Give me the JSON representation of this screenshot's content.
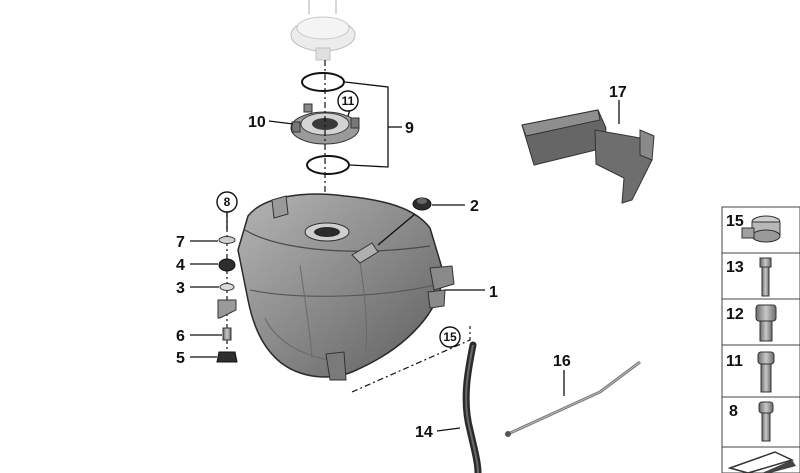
{
  "callouts": {
    "c1": "1",
    "c2": "2",
    "c3": "3",
    "c4": "4",
    "c5": "5",
    "c6": "6",
    "c7": "7",
    "c8": "8",
    "c9": "9",
    "c10": "10",
    "c11": "11",
    "c14": "14",
    "c15": "15",
    "c16": "16",
    "c17": "17"
  },
  "side_panel": {
    "items": [
      {
        "label": "15"
      },
      {
        "label": "13"
      },
      {
        "label": "12"
      },
      {
        "label": "11"
      },
      {
        "label": "8"
      }
    ]
  },
  "colors": {
    "tank": "#8f8f8f",
    "tank_dark": "#5c5c5c",
    "cap": "#e8e8e8",
    "line": "#111111"
  }
}
